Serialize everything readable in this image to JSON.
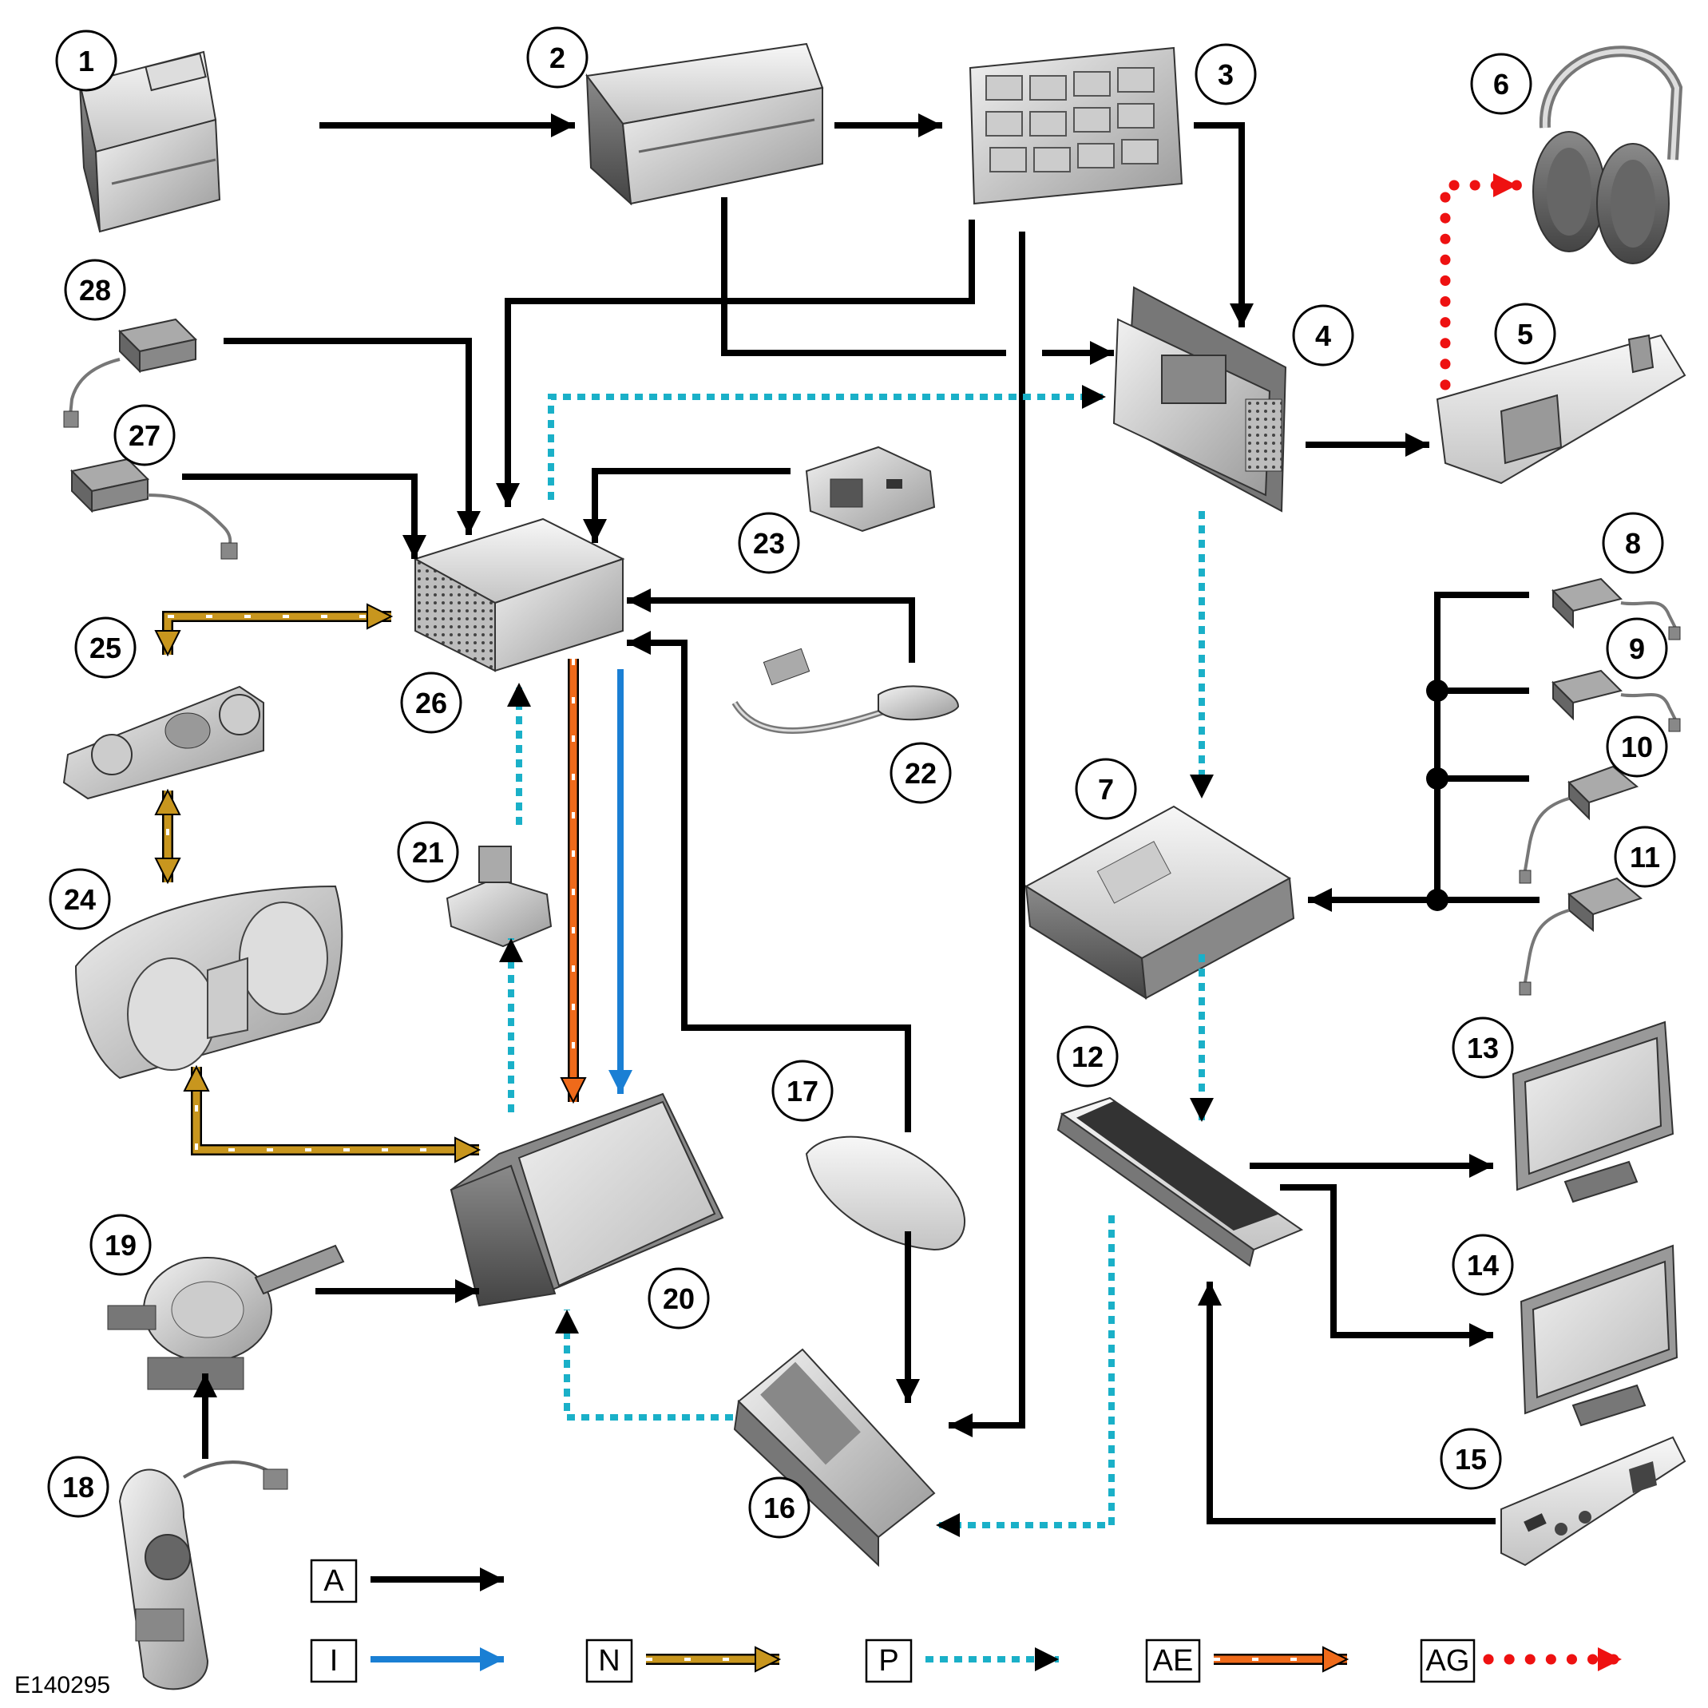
{
  "figure_id": "E140295",
  "components": [
    {
      "id": "1"
    },
    {
      "id": "2"
    },
    {
      "id": "3"
    },
    {
      "id": "4"
    },
    {
      "id": "5"
    },
    {
      "id": "6"
    },
    {
      "id": "7"
    },
    {
      "id": "8"
    },
    {
      "id": "9"
    },
    {
      "id": "10"
    },
    {
      "id": "11"
    },
    {
      "id": "12"
    },
    {
      "id": "13"
    },
    {
      "id": "14"
    },
    {
      "id": "15"
    },
    {
      "id": "16"
    },
    {
      "id": "17"
    },
    {
      "id": "18"
    },
    {
      "id": "19"
    },
    {
      "id": "20"
    },
    {
      "id": "21"
    },
    {
      "id": "22"
    },
    {
      "id": "23"
    },
    {
      "id": "24"
    },
    {
      "id": "25"
    },
    {
      "id": "26"
    },
    {
      "id": "27"
    },
    {
      "id": "28"
    }
  ],
  "legend": [
    {
      "key": "A",
      "style": "solid",
      "color": "#000000"
    },
    {
      "key": "I",
      "style": "solid",
      "color": "#1a7fd4"
    },
    {
      "key": "N",
      "style": "striped",
      "color": "#c8961e"
    },
    {
      "key": "P",
      "style": "dotted",
      "color": "#1ab0c8"
    },
    {
      "key": "AE",
      "style": "striped",
      "color": "#ef6a1a"
    },
    {
      "key": "AG",
      "style": "round-dotted",
      "color": "#ee1111"
    }
  ],
  "connections": [
    {
      "from": "1",
      "to": "2",
      "type": "A"
    },
    {
      "from": "2",
      "to": "3",
      "type": "A"
    },
    {
      "from": "3",
      "to": "4",
      "type": "A"
    },
    {
      "from": "2",
      "to": "4",
      "type": "A"
    },
    {
      "from": "3",
      "to": "26",
      "type": "A"
    },
    {
      "from": "3",
      "to": "16",
      "type": "A"
    },
    {
      "from": "4",
      "to": "5",
      "type": "A"
    },
    {
      "from": "5",
      "to": "6",
      "type": "AG"
    },
    {
      "from": "26",
      "to": "4",
      "type": "P"
    },
    {
      "from": "4",
      "to": "7",
      "type": "P"
    },
    {
      "from": "8",
      "to": "7",
      "type": "A"
    },
    {
      "from": "9",
      "to": "7",
      "type": "A"
    },
    {
      "from": "10",
      "to": "7",
      "type": "A"
    },
    {
      "from": "11",
      "to": "7",
      "type": "A"
    },
    {
      "from": "7",
      "to": "12",
      "type": "P"
    },
    {
      "from": "12",
      "to": "13",
      "type": "A"
    },
    {
      "from": "12",
      "to": "14",
      "type": "A"
    },
    {
      "from": "15",
      "to": "12",
      "type": "A"
    },
    {
      "from": "12",
      "to": "16",
      "type": "P"
    },
    {
      "from": "28",
      "to": "26",
      "type": "A"
    },
    {
      "from": "27",
      "to": "26",
      "type": "A"
    },
    {
      "from": "23",
      "to": "26",
      "type": "A"
    },
    {
      "from": "22",
      "to": "26",
      "type": "A"
    },
    {
      "from": "17",
      "to": "26",
      "type": "A"
    },
    {
      "from": "17",
      "to": "16",
      "type": "A"
    },
    {
      "from": "25",
      "to": "26",
      "type": "N"
    },
    {
      "from": "25",
      "to": "24",
      "type": "N"
    },
    {
      "from": "24",
      "to": "20",
      "type": "N"
    },
    {
      "from": "21",
      "to": "26",
      "type": "P"
    },
    {
      "from": "20",
      "to": "21",
      "type": "P"
    },
    {
      "from": "26",
      "to": "20",
      "type": "AE"
    },
    {
      "from": "26",
      "to": "20",
      "type": "I"
    },
    {
      "from": "19",
      "to": "20",
      "type": "A"
    },
    {
      "from": "18",
      "to": "19",
      "type": "A"
    },
    {
      "from": "16",
      "to": "20",
      "type": "P"
    }
  ]
}
